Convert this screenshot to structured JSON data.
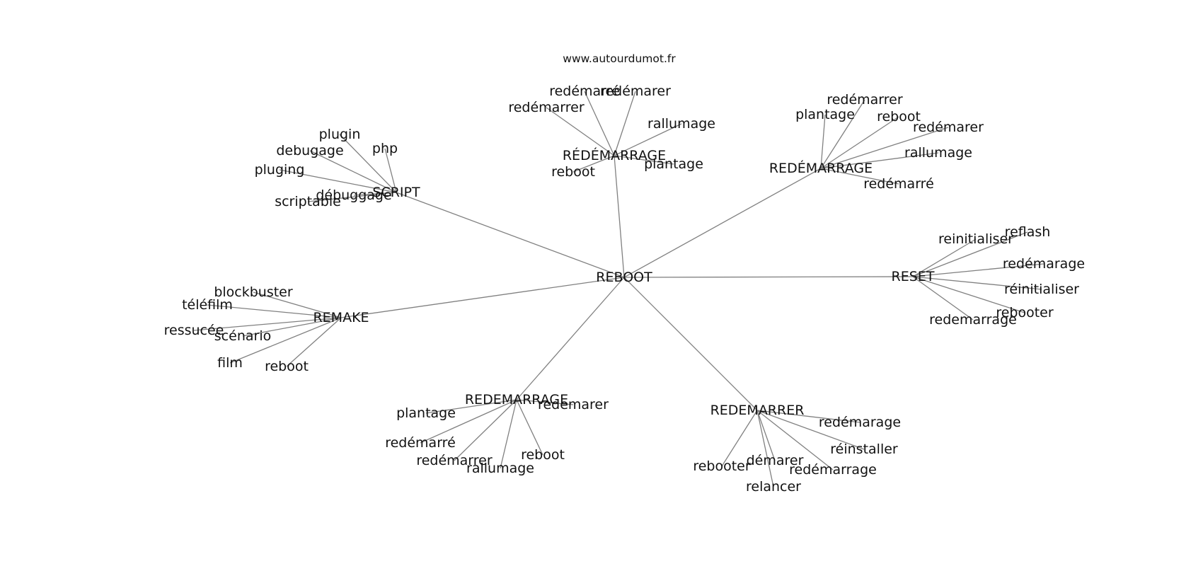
{
  "source": "www.autourdumot.fr",
  "root": "REBOOT",
  "clusters": [
    {
      "hub": "SCRIPT",
      "leaves": [
        "plugin",
        "debugage",
        "php",
        "pluging",
        "débuggage",
        "scriptable"
      ]
    },
    {
      "hub": "RÉDÉMARRAGE",
      "leaves": [
        "redémarré",
        "redémarrer",
        "redémarer",
        "rallumage",
        "reboot",
        "plantage"
      ]
    },
    {
      "hub": "REDÉMARRAGE",
      "leaves": [
        "redémarrer",
        "plantage",
        "reboot",
        "redémarer",
        "rallumage",
        "redémarré"
      ]
    },
    {
      "hub": "RESET",
      "leaves": [
        "reinitialiser",
        "reflash",
        "redémarage",
        "réinitialiser",
        "rebooter",
        "redemarrage"
      ]
    },
    {
      "hub": "REDEMARRER",
      "leaves": [
        "redémarage",
        "réinstaller",
        "redémarrage",
        "démarer",
        "rebooter",
        "relancer"
      ]
    },
    {
      "hub": "REDEMARRAGE",
      "leaves": [
        "redemarer",
        "plantage",
        "redémarré",
        "redémarrer",
        "rallumage",
        "reboot"
      ]
    },
    {
      "hub": "REMAKE",
      "leaves": [
        "blockbuster",
        "téléfilm",
        "ressucée",
        "scénario",
        "film",
        "reboot"
      ]
    }
  ]
}
